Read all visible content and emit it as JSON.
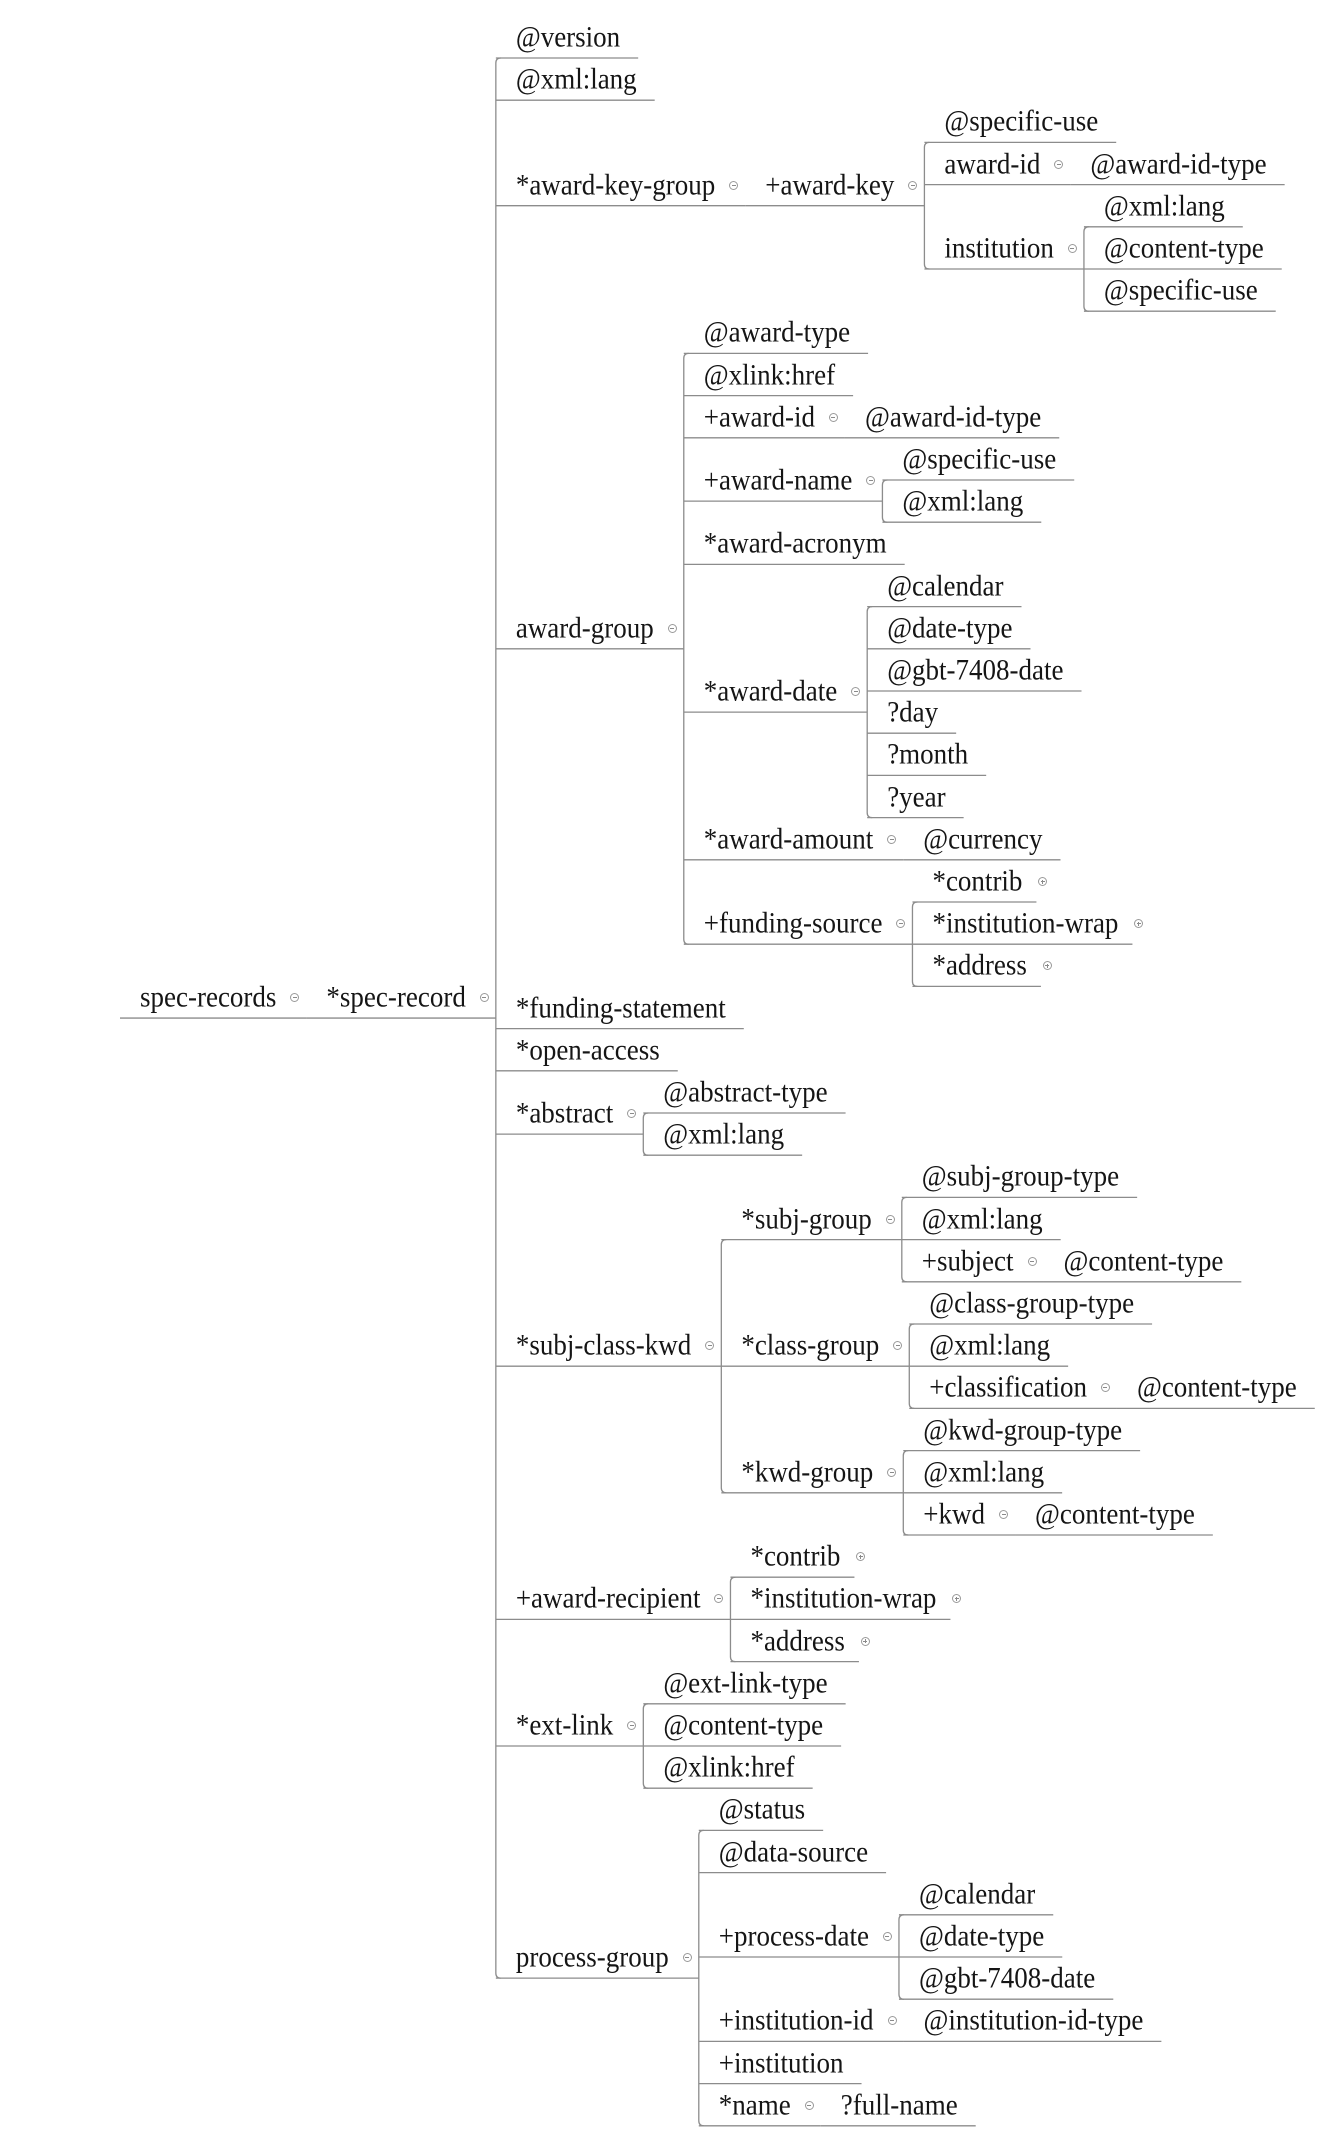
{
  "colors": {
    "line": "#8c8c8c",
    "text": "#151515",
    "toggle": "#9a9a9a"
  },
  "tree": {
    "label": "spec-records",
    "children": [
      {
        "label": "*spec-record",
        "children": [
          {
            "label": "@version"
          },
          {
            "label": "@xml:lang"
          },
          {
            "label": "*award-key-group",
            "children": [
              {
                "label": "+award-key",
                "children": [
                  {
                    "label": "@specific-use"
                  },
                  {
                    "label": "award-id",
                    "children": [
                      {
                        "label": "@award-id-type"
                      }
                    ]
                  },
                  {
                    "label": "institution",
                    "children": [
                      {
                        "label": "@xml:lang"
                      },
                      {
                        "label": "@content-type"
                      },
                      {
                        "label": "@specific-use"
                      }
                    ]
                  }
                ]
              }
            ]
          },
          {
            "label": "award-group",
            "children": [
              {
                "label": "@award-type"
              },
              {
                "label": "@xlink:href"
              },
              {
                "label": "+award-id",
                "children": [
                  {
                    "label": "@award-id-type"
                  }
                ]
              },
              {
                "label": "+award-name",
                "children": [
                  {
                    "label": "@specific-use"
                  },
                  {
                    "label": "@xml:lang"
                  }
                ]
              },
              {
                "label": "*award-acronym"
              },
              {
                "label": "*award-date",
                "children": [
                  {
                    "label": "@calendar"
                  },
                  {
                    "label": "@date-type"
                  },
                  {
                    "label": "@gbt-7408-date"
                  },
                  {
                    "label": "?day"
                  },
                  {
                    "label": "?month"
                  },
                  {
                    "label": "?year"
                  }
                ]
              },
              {
                "label": "*award-amount",
                "children": [
                  {
                    "label": "@currency"
                  }
                ]
              },
              {
                "label": "+funding-source",
                "children": [
                  {
                    "label": "*contrib",
                    "collapsed": true
                  },
                  {
                    "label": "*institution-wrap",
                    "collapsed": true
                  },
                  {
                    "label": "*address",
                    "collapsed": true
                  }
                ]
              }
            ]
          },
          {
            "label": "*funding-statement"
          },
          {
            "label": "*open-access"
          },
          {
            "label": "*abstract",
            "children": [
              {
                "label": "@abstract-type"
              },
              {
                "label": "@xml:lang"
              }
            ]
          },
          {
            "label": "*subj-class-kwd",
            "children": [
              {
                "label": "*subj-group",
                "children": [
                  {
                    "label": "@subj-group-type"
                  },
                  {
                    "label": "@xml:lang"
                  },
                  {
                    "label": "+subject",
                    "children": [
                      {
                        "label": "@content-type"
                      }
                    ]
                  }
                ]
              },
              {
                "label": "*class-group",
                "children": [
                  {
                    "label": "@class-group-type"
                  },
                  {
                    "label": "@xml:lang"
                  },
                  {
                    "label": "+classification",
                    "children": [
                      {
                        "label": "@content-type"
                      }
                    ]
                  }
                ]
              },
              {
                "label": "*kwd-group",
                "children": [
                  {
                    "label": "@kwd-group-type"
                  },
                  {
                    "label": "@xml:lang"
                  },
                  {
                    "label": "+kwd",
                    "children": [
                      {
                        "label": "@content-type"
                      }
                    ]
                  }
                ]
              }
            ]
          },
          {
            "label": "+award-recipient",
            "children": [
              {
                "label": "*contrib",
                "collapsed": true
              },
              {
                "label": "*institution-wrap",
                "collapsed": true
              },
              {
                "label": "*address",
                "collapsed": true
              }
            ]
          },
          {
            "label": "*ext-link",
            "children": [
              {
                "label": "@ext-link-type"
              },
              {
                "label": "@content-type"
              },
              {
                "label": "@xlink:href"
              }
            ]
          },
          {
            "label": "process-group",
            "children": [
              {
                "label": "@status"
              },
              {
                "label": "@data-source"
              },
              {
                "label": "+process-date",
                "children": [
                  {
                    "label": "@calendar"
                  },
                  {
                    "label": "@date-type"
                  },
                  {
                    "label": "@gbt-7408-date"
                  }
                ]
              },
              {
                "label": "+institution-id",
                "children": [
                  {
                    "label": "@institution-id-type"
                  }
                ]
              },
              {
                "label": "+institution"
              },
              {
                "label": "*name",
                "children": [
                  {
                    "label": "?full-name"
                  }
                ]
              }
            ]
          }
        ]
      }
    ]
  }
}
